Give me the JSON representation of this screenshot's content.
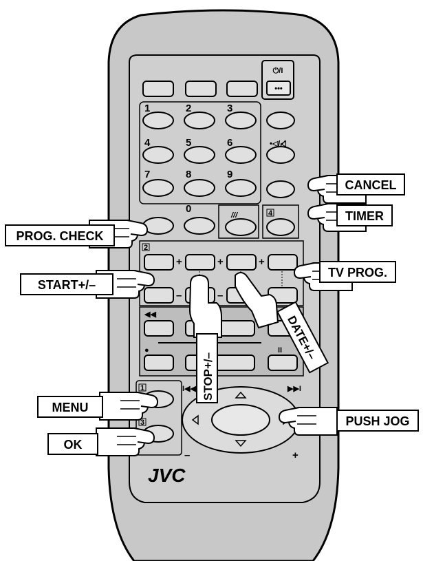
{
  "brand": "JVC",
  "power_label": "⏻/I",
  "dots_label": "•••",
  "numbers": [
    "1",
    "2",
    "3",
    "4",
    "5",
    "6",
    "7",
    "8",
    "9",
    "0"
  ],
  "mute_label": "•◁/◁̸",
  "box_labels": {
    "b1": "1",
    "b2": "2",
    "b3": "3",
    "b4": "4"
  },
  "slash_label": "///",
  "transport": {
    "rewind": "◀◀",
    "record": "●",
    "pause": "II",
    "prev": "I◀◀",
    "next": "▶▶I"
  },
  "plus_minus": {
    "plus": "+",
    "minus": "–"
  },
  "callouts": {
    "cancel": "CANCEL",
    "timer": "TIMER",
    "prog_check": "PROG. CHECK",
    "tv_prog": "TV PROG.",
    "start": "START+/–",
    "date": "DATE+/–",
    "stop": "STOP+/–",
    "menu": "MENU",
    "push_jog": "PUSH JOG",
    "ok": "OK"
  }
}
